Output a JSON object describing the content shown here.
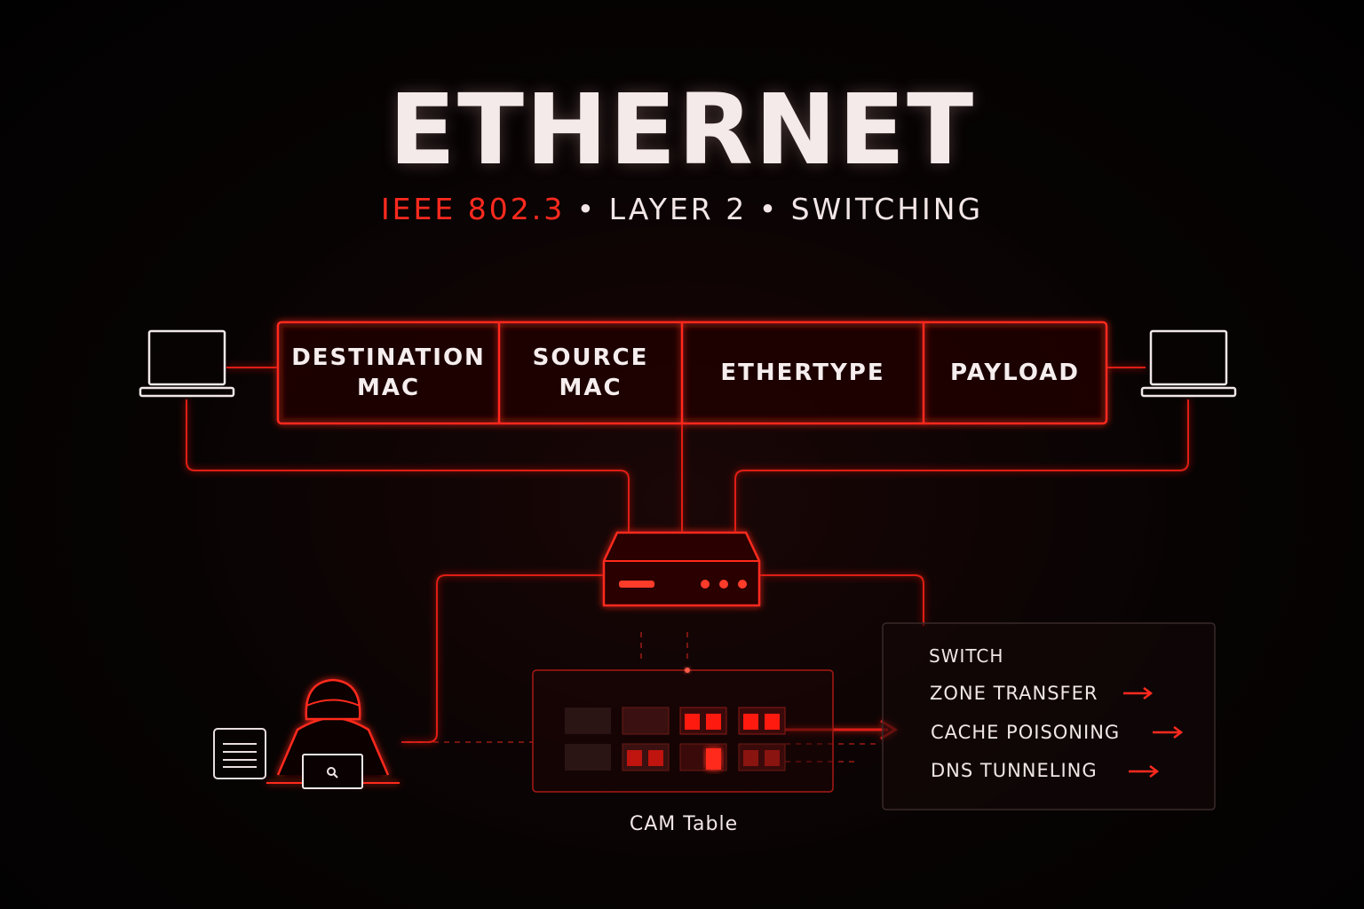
{
  "title": "ETHERNET",
  "subtitle": {
    "standard": "IEEE 802.3",
    "sep1": " • ",
    "layer": "LAYER 2",
    "sep2": " • ",
    "function": "SWITCHING"
  },
  "frame_fields": [
    {
      "line1": "DESTINATION",
      "line2": "MAC"
    },
    {
      "line1": "SOURCE",
      "line2": "MAC"
    },
    {
      "line1": "ETHERTYPE",
      "line2": ""
    },
    {
      "line1": "PAYLOAD",
      "line2": ""
    }
  ],
  "cam_table": {
    "label": "CAM Table"
  },
  "menu": {
    "title": "SWITCH",
    "items": [
      "ZONE TRANSFER",
      "CACHE POISONING",
      "DNS TUNNELING"
    ]
  },
  "colors": {
    "accent": "#ff2a1f",
    "background": "#050202",
    "text": "#f2e6e6"
  }
}
